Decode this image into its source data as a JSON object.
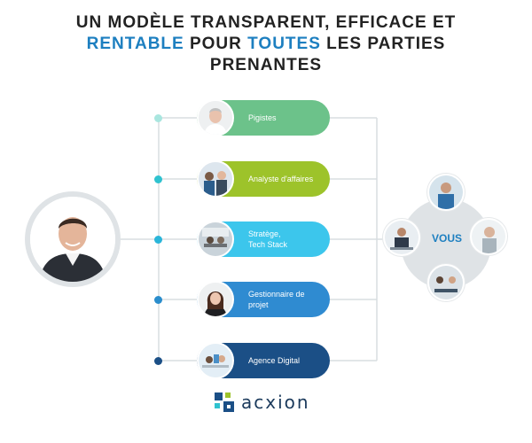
{
  "title": {
    "line1": "UN MODÈLE TRANSPARENT, EFFICACE ET",
    "line2_highlight1": "RENTABLE",
    "line2_mid": " POUR ",
    "line2_highlight2": "TOUTES",
    "line2_end": " LES PARTIES",
    "line3": "PRENANTES"
  },
  "colors": {
    "highlight": "#1d7fc0",
    "pigistes": "#6cc28a",
    "analyste": "#9dc32a",
    "strategie": "#3cc6ec",
    "gestionnaire": "#2f8bd1",
    "agence": "#1b4f86",
    "wire": "#d8dde0",
    "dot1": "#a9e6df",
    "dot2": "#2fc2cf",
    "dot3": "#2ab5d9",
    "dot4": "#2a8dcc",
    "dot5": "#1b4f86"
  },
  "central_person": {
    "icon": "person-photo"
  },
  "roles": [
    {
      "label": "Pigistes",
      "icon": "person-photo"
    },
    {
      "label": "Analyste d'affaires",
      "icon": "team-photo"
    },
    {
      "label": "Stratège,\nTech Stack",
      "icon": "office-photo"
    },
    {
      "label": "Gestionnaire de\nprojet",
      "icon": "person-photo"
    },
    {
      "label": "Agence Digital",
      "icon": "office-photo"
    }
  ],
  "client": {
    "label": "VOUS",
    "icon": "people-photo"
  },
  "logo": {
    "text": "acxion",
    "icon": "acxion-logo-icon"
  }
}
